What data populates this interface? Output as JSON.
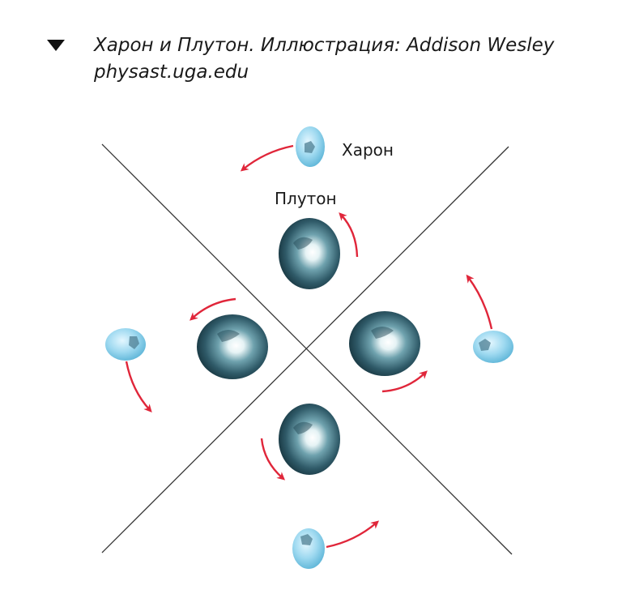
{
  "caption": {
    "line1": "Харон и Плутон. Иллюстрация: Addison Wesley",
    "line2": "physast.uga.edu"
  },
  "labels": {
    "charon": "Харон",
    "pluto": "Плутон"
  },
  "icons": {
    "caption_marker": "triangle-down-icon"
  },
  "colors": {
    "arrow": "#e0263a",
    "charon_fill": "#8fd3ee",
    "pluto_fill": "#2f5a68",
    "axis_line": "#333333"
  }
}
